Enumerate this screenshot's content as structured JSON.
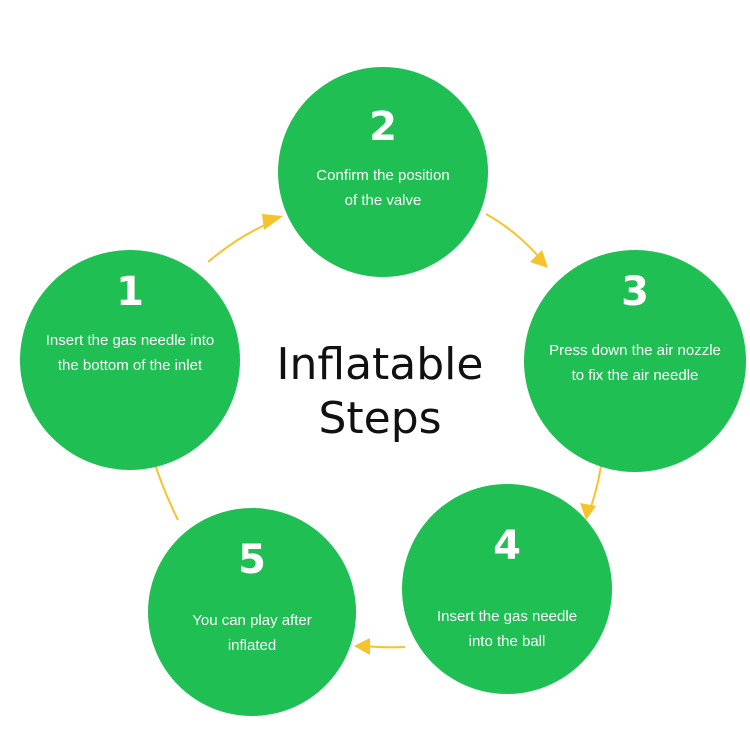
{
  "title": "Inflatable\nSteps",
  "colors": {
    "circle": "#1fbf54",
    "arrow": "#f7c32a",
    "text": "#ffffff",
    "title": "#111111"
  },
  "steps": [
    {
      "number": "1",
      "text": "Insert the gas needle into\nthe bottom of the inlet"
    },
    {
      "number": "2",
      "text": "Confirm the position\nof the valve"
    },
    {
      "number": "3",
      "text": "Press down the air nozzle\nto fix the air needle"
    },
    {
      "number": "4",
      "text": "Insert the gas needle\ninto the ball"
    },
    {
      "number": "5",
      "text": "You can play after\ninflated"
    }
  ]
}
